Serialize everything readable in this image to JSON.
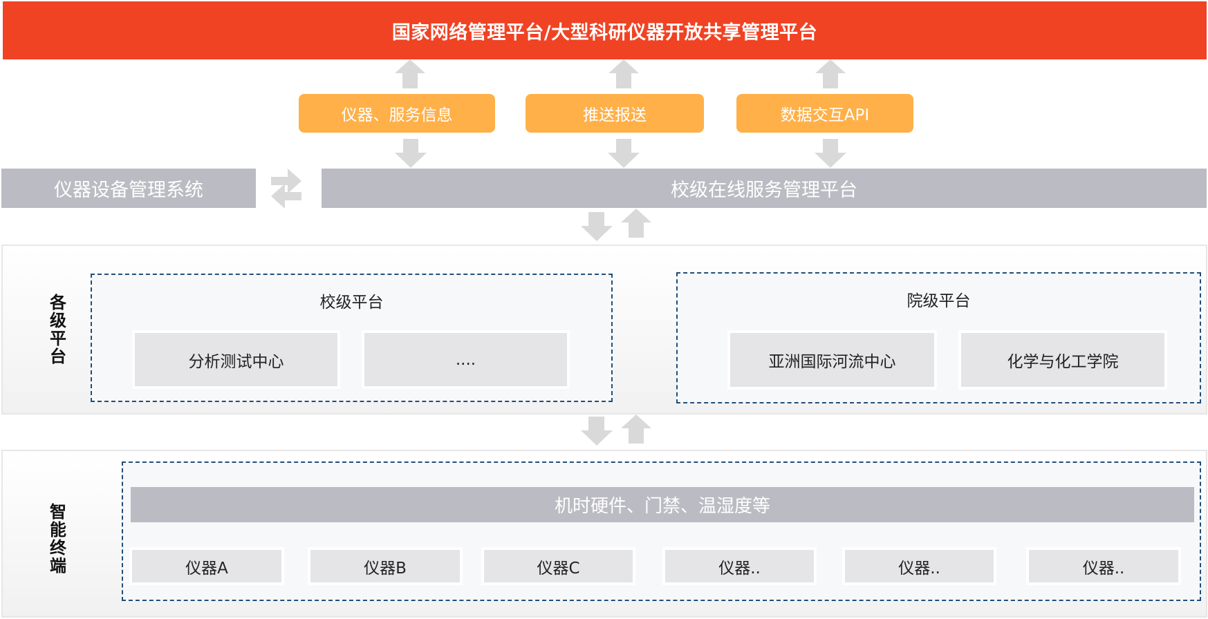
{
  "header": {
    "title": "国家网络管理平台/大型科研仪器开放共享管理平台"
  },
  "interfaces": [
    {
      "label": "仪器、服务信息"
    },
    {
      "label": "推送报送"
    },
    {
      "label": "数据交互API"
    }
  ],
  "systems": {
    "equipment_system": "仪器设备管理系统",
    "online_platform": "校级在线服务管理平台"
  },
  "platforms": {
    "side_label": "各级平台",
    "school": {
      "title": "校级平台",
      "items": [
        "分析测试中心",
        "...."
      ]
    },
    "college": {
      "title": "院级平台",
      "items": [
        "亚洲国际河流中心",
        "化学与化工学院"
      ]
    }
  },
  "terminals": {
    "side_label": "智能终端",
    "hardware_bar": "机时硬件、门禁、温湿度等",
    "instruments": [
      "仪器A",
      "仪器B",
      "仪器C",
      "仪器..",
      "仪器..",
      "仪器.."
    ]
  },
  "colors": {
    "header": "#f04324",
    "interface": "#ffb048",
    "system_bar": "#bbbbc3",
    "arrow": "#d9d9d9",
    "dashed_border": "#1f4e79"
  }
}
